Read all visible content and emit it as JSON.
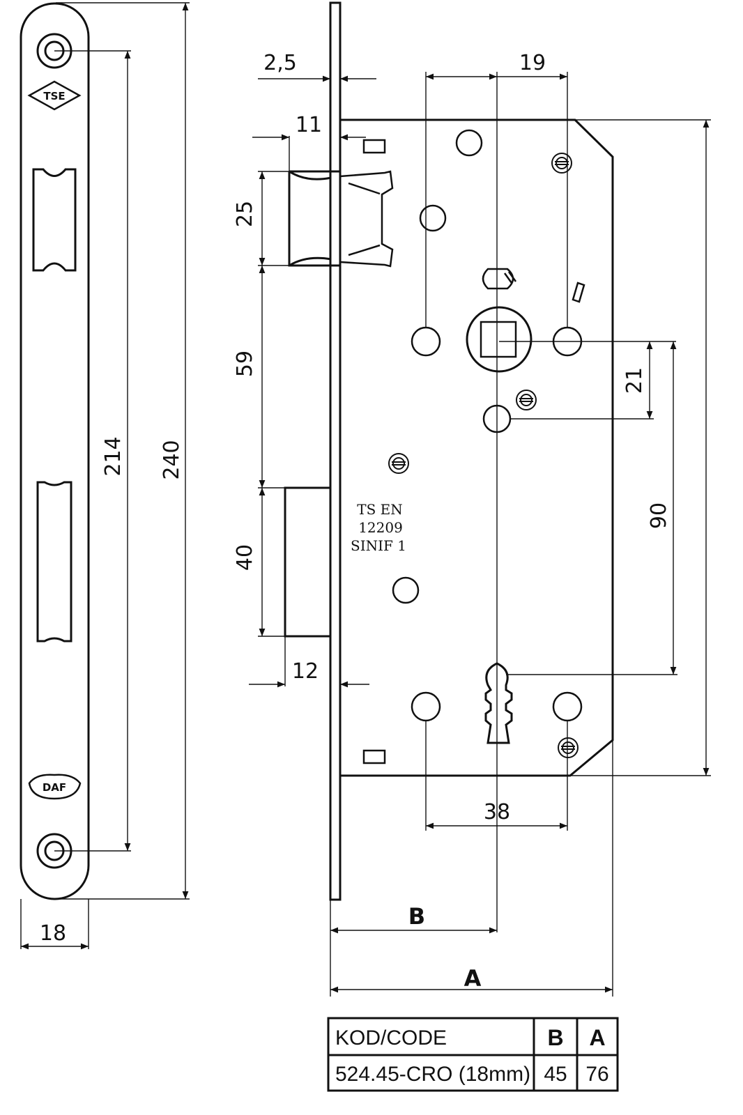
{
  "strike_plate": {
    "logo_top": "TSE",
    "logo_bottom": "DAF",
    "dims": {
      "height_inner": "214",
      "height_total": "240",
      "width": "18"
    }
  },
  "lock_body": {
    "dims": {
      "faceplate_thickness": "2,5",
      "latch_offset": "11",
      "latch_height": "25",
      "gap_latch_bolt": "59",
      "bolt_height": "40",
      "bolt_throw": "12",
      "hole_spacing_top": "19",
      "hole_spacing_bottom": "38",
      "follower_to_hole": "21",
      "center_distance": "90"
    },
    "standard_text": [
      "TS EN",
      "12209",
      "SINIF 1"
    ],
    "letter_b": "B",
    "letter_a": "A"
  },
  "spec_table": {
    "headers": [
      "KOD/CODE",
      "B",
      "A"
    ],
    "rows": [
      [
        "524.45-CRO (18mm)",
        "45",
        "76"
      ]
    ]
  }
}
